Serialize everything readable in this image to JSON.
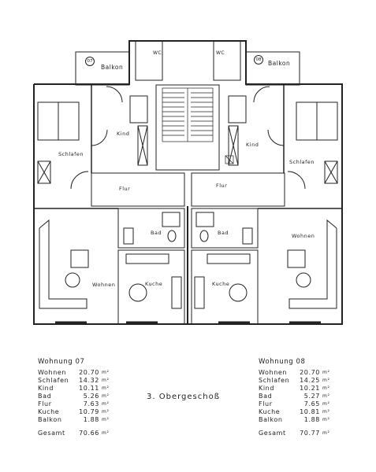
{
  "floor_title": "3. Obergeschoß",
  "room_labels": {
    "balkon": "Balkon",
    "wc": "WC",
    "schlafen": "Schlafen",
    "kind": "Kind",
    "flur": "Flur",
    "bad": "Bad",
    "wohnen": "Wohnen",
    "kuche": "Kuche"
  },
  "unit_ids": {
    "left": "07",
    "right": "08"
  },
  "apartments": [
    {
      "title": "Wohnung 07",
      "rows": [
        {
          "name": "Wohnen",
          "area": "20.70",
          "unit": "m²"
        },
        {
          "name": "Schlafen",
          "area": "14.32",
          "unit": "m²"
        },
        {
          "name": "Kind",
          "area": "10.11",
          "unit": "m²"
        },
        {
          "name": "Bad",
          "area": "5.26",
          "unit": "m²"
        },
        {
          "name": "Flur",
          "area": "7.63",
          "unit": "m²"
        },
        {
          "name": "Kuche",
          "area": "10.79",
          "unit": "m²"
        },
        {
          "name": "Balkon",
          "area": "1.88",
          "unit": "m²"
        }
      ],
      "total_label": "Gesamt",
      "total": "70.66",
      "total_unit": "m²"
    },
    {
      "title": "Wohnung 08",
      "rows": [
        {
          "name": "Wohnen",
          "area": "20.70",
          "unit": "m²"
        },
        {
          "name": "Schlafen",
          "area": "14.25",
          "unit": "m²"
        },
        {
          "name": "Kind",
          "area": "10.21",
          "unit": "m²"
        },
        {
          "name": "Bad",
          "area": "5.27",
          "unit": "m²"
        },
        {
          "name": "Flur",
          "area": "7.65",
          "unit": "m²"
        },
        {
          "name": "Kuche",
          "area": "10.81",
          "unit": "m²"
        },
        {
          "name": "Balkon",
          "area": "1.88",
          "unit": "m²"
        }
      ],
      "total_label": "Gesamt",
      "total": "70.77",
      "total_unit": "m²"
    }
  ]
}
